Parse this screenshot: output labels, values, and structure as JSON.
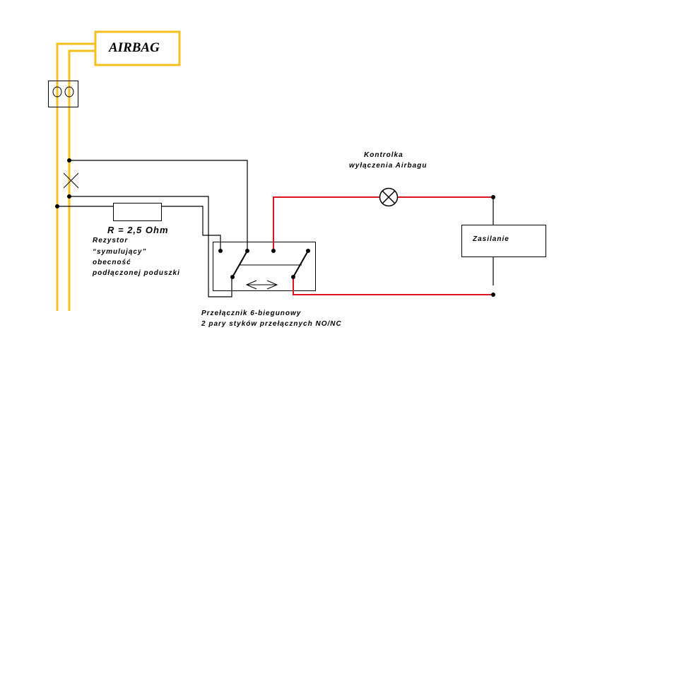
{
  "colors": {
    "airbag_wire": "#f5c01e",
    "power_wire": "#d9141e",
    "signal_wire": "#000000"
  },
  "labels": {
    "airbag": "AIRBAG",
    "resistance": "R = 2,5 Ohm",
    "resistor_desc": [
      "Rezystor",
      "“symulujący”",
      "obecność",
      "podłączonej poduszki"
    ],
    "lamp": [
      "Kontrolka",
      "wyłączenia Airbagu"
    ],
    "power": "Zasilanie",
    "switch": [
      "Przełącznik 6-biegunowy",
      "2 pary styków przełącznych NO/NC"
    ]
  }
}
